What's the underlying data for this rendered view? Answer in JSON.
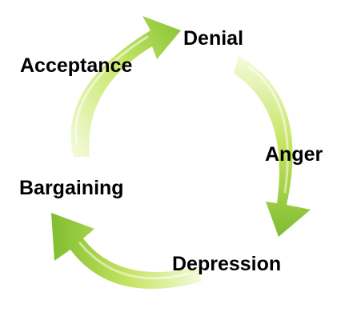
{
  "diagram": {
    "stages": [
      {
        "label": "Denial"
      },
      {
        "label": "Anger"
      },
      {
        "label": "Depression"
      },
      {
        "label": "Bargaining"
      },
      {
        "label": "Acceptance"
      }
    ]
  },
  "colors": {
    "arrow_light": "#eef8c8",
    "arrow_mid": "#b6db4c",
    "arrow_dark": "#7cbc2e",
    "label_text": "#000000",
    "background": "#ffffff"
  }
}
